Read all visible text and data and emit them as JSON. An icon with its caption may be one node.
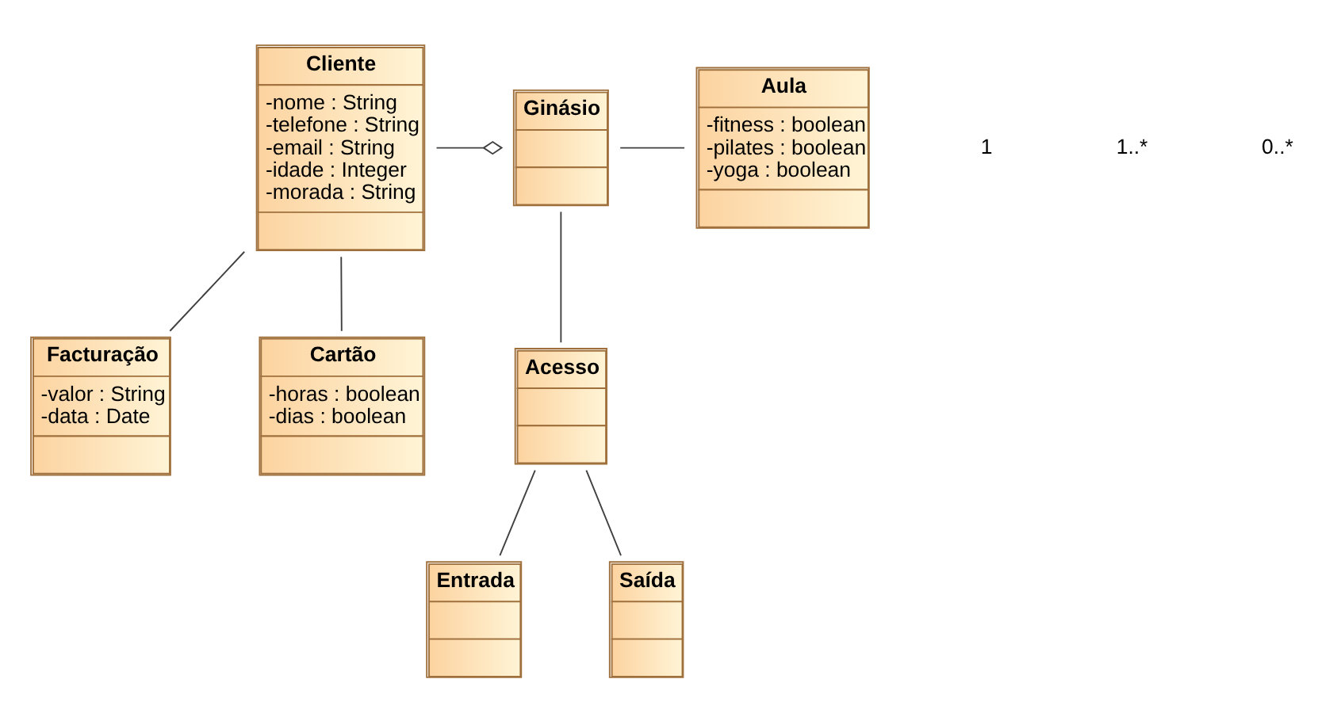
{
  "diagram": {
    "nodes": [
      {
        "text": [
          "Cliente",
          "-nome : String",
          "-telefone : String",
          "-email : String",
          "-idade : Integer",
          "-morada : String"
        ]
      },
      {
        "text": [
          "Ginásio"
        ]
      },
      {
        "text": [
          "Aula",
          "-fitness : boolean",
          "-pilates : boolean",
          "-yoga : boolean"
        ]
      },
      {
        "text": [
          "Facturação",
          "-valor : String",
          "-data : Date"
        ]
      },
      {
        "text": [
          "Acesso"
        ]
      },
      {
        "text": [
          "Cartão",
          "-horas : boolean",
          "-dias : boolean"
        ]
      },
      {
        "text": [
          "Entrada"
        ]
      },
      {
        "text": [
          "Saída"
        ]
      }
    ],
    "edges": [
      {
        "from": 0,
        "to": 3,
        "arrow": "none"
      },
      {
        "from": 0,
        "to": 1,
        "arrow": "other"
      },
      {
        "from": 1,
        "to": 2,
        "arrow": "none"
      },
      {
        "from": 1,
        "to": 4,
        "arrow": "none"
      },
      {
        "from": 0,
        "to": 5,
        "arrow": "none"
      },
      {
        "from": 4,
        "to": 6,
        "arrow": "none"
      },
      {
        "from": 4,
        "to": 7,
        "arrow": "none"
      }
    ],
    "labels": [
      "1",
      "1..*",
      "0..*"
    ]
  }
}
